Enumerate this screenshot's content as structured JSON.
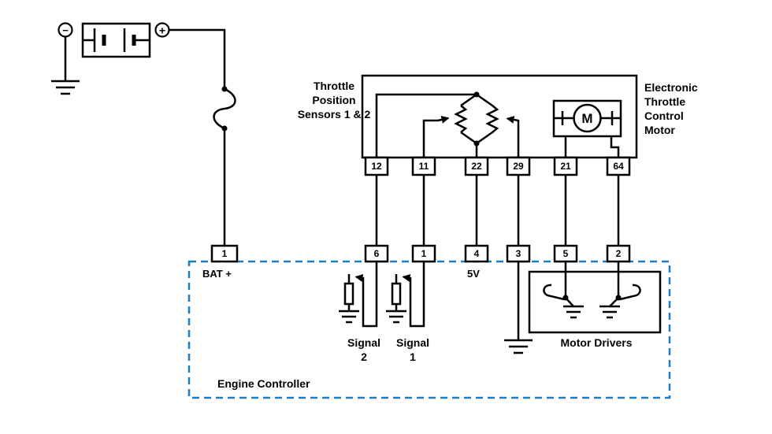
{
  "battery": {
    "negative_sign": "−",
    "positive_sign": "+",
    "pin": "1",
    "label": "BAT +"
  },
  "throttle_body": {
    "sensor_label": [
      "Throttle",
      "Position",
      "Sensors 1 & 2"
    ],
    "motor_label": [
      "Electronic",
      "Throttle",
      "Control",
      "Motor"
    ],
    "motor_symbol": "M",
    "pins": [
      "12",
      "11",
      "22",
      "29",
      "21",
      "64"
    ]
  },
  "controller": {
    "label": "Engine Controller",
    "pins": [
      "6",
      "1",
      "4",
      "3",
      "5",
      "2"
    ],
    "supply_label": "5V",
    "signal2_label": [
      "Signal",
      "2"
    ],
    "signal1_label": [
      "Signal",
      "1"
    ],
    "motor_drivers_label": "Motor Drivers"
  },
  "colors": {
    "wire": "#000000",
    "controller_border": "#1b7ec5",
    "background": "#ffffff"
  }
}
